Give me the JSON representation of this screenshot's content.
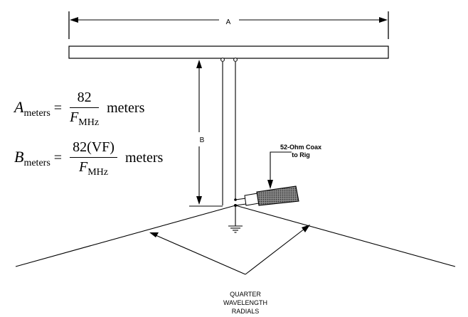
{
  "labels": {
    "dimension_a": "A",
    "dimension_b": "B",
    "coax": [
      "52-Ohm Coax",
      "to Rig"
    ],
    "radials": [
      "QUARTER",
      "WAVELENGTH",
      "RADIALS"
    ]
  },
  "formulas": {
    "a": {
      "var": "A",
      "sub": "meters",
      "eq": "=",
      "num": "82",
      "den_var": "F",
      "den_sub": "MHz",
      "unit": "meters"
    },
    "b": {
      "var": "B",
      "sub": "meters",
      "eq": "=",
      "num": "82(VF)",
      "den_var": "F",
      "den_sub": "MHz",
      "unit": "meters"
    }
  },
  "colors": {
    "stroke": "#000000",
    "coax_fill": "#6e6e6e",
    "background": "#ffffff"
  }
}
